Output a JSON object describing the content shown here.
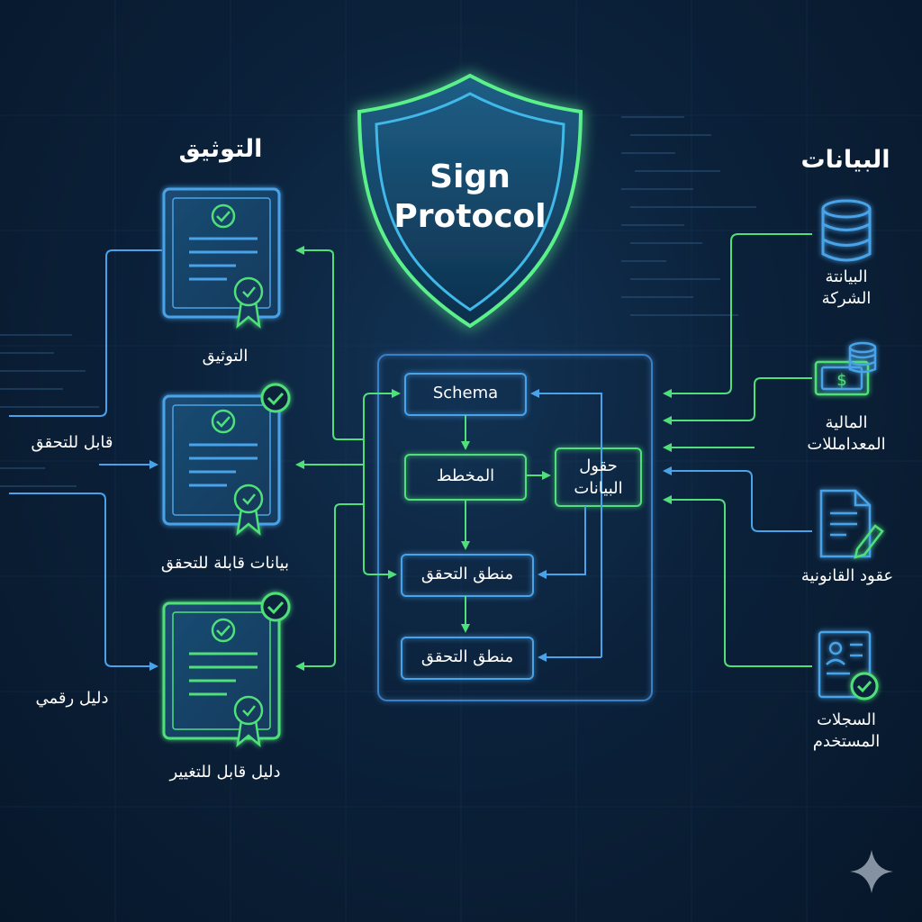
{
  "shield": {
    "line1": "Sign",
    "line2": "Protocol"
  },
  "left_section": {
    "heading": "التوثيق",
    "documents": [
      {
        "label": "التوثيق"
      },
      {
        "label": "بيانات قابلة للتحقق"
      },
      {
        "label": "دليل قابل للتغيير"
      }
    ],
    "side_labels": [
      "قابل للتحقق",
      "دليل رقمي"
    ]
  },
  "right_section": {
    "heading": "البيانات",
    "sources": [
      {
        "icon": "database-icon",
        "line1": "البيانتة",
        "line2": "الشركة"
      },
      {
        "icon": "money-icon",
        "line1": "المالية",
        "line2": "المعدامللات"
      },
      {
        "icon": "contract-icon",
        "line1": "عقود القانونية",
        "line2": ""
      },
      {
        "icon": "user-record-icon",
        "line1": "السجلات",
        "line2": "المستخدم"
      }
    ]
  },
  "schema_panel": {
    "schema": "Schema",
    "plan": "المخطط",
    "fields_line1": "حقول",
    "fields_line2": "البيانات",
    "logic1": "منطق التحقق",
    "logic2": "منطق التحقق"
  },
  "colors": {
    "green": "#4fe07a",
    "blue": "#4aa3e8",
    "background": "#0b213a"
  }
}
